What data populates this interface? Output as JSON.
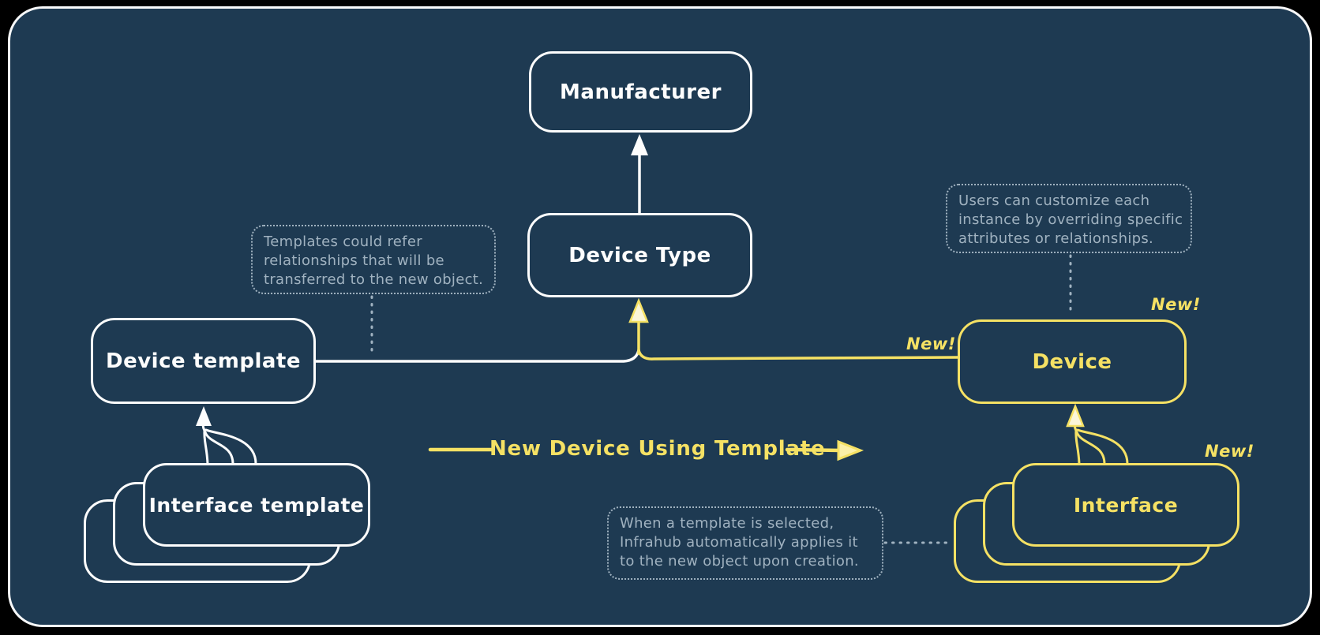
{
  "palette": {
    "background": "#000000",
    "card_fill": "#1e3a52",
    "white_ink": "#fdfdfd",
    "yellow_ink": "#f5e164",
    "note_ink": "#a0b2c0"
  },
  "nodes": {
    "manufacturer": {
      "label": "Manufacturer"
    },
    "device_type": {
      "label": "Device Type"
    },
    "device_template": {
      "label": "Device template"
    },
    "interface_template": {
      "label": "Interface template"
    },
    "device": {
      "label": "Device"
    },
    "interface": {
      "label": "Interface"
    }
  },
  "notes": {
    "templates": {
      "lines": [
        "Templates could refer",
        "relationships that will be",
        "transferred to the new object."
      ]
    },
    "customize": {
      "lines": [
        "Users can customize each",
        "instance by overriding specific",
        "attributes or relationships."
      ]
    },
    "applies": {
      "lines": [
        "When a template is selected,",
        "Infrahub automatically applies it",
        "to the new object upon creation."
      ]
    }
  },
  "labels": {
    "flow_arrow": "New Device Using Template",
    "new_device_top": "New!",
    "new_device_left": "New!",
    "new_interface": "New!"
  }
}
